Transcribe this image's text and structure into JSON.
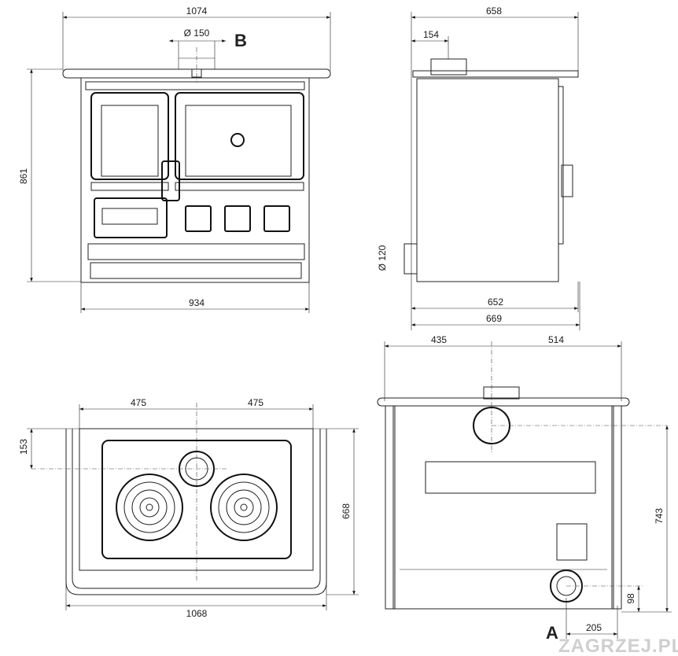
{
  "front_view": {
    "width_top": "1074",
    "flue_diameter": "Ø 150",
    "flue_label": "B",
    "height": "861",
    "width_body": "934"
  },
  "side_view": {
    "depth_top": "658",
    "flue_offset": "154",
    "rear_flue_diameter": "Ø 120",
    "depth_body": "652",
    "depth_total": "669"
  },
  "top_view": {
    "left_half": "475",
    "right_half": "475",
    "flue_from_back": "153",
    "depth": "668",
    "width": "1068"
  },
  "rear_view": {
    "left_offset": "435",
    "right_offset": "514",
    "height_flue_b": "743",
    "height_flue_a": "98",
    "flue_a_offset": "205",
    "flue_a_label": "A"
  },
  "watermark": "ZAGRZEJ.PL"
}
